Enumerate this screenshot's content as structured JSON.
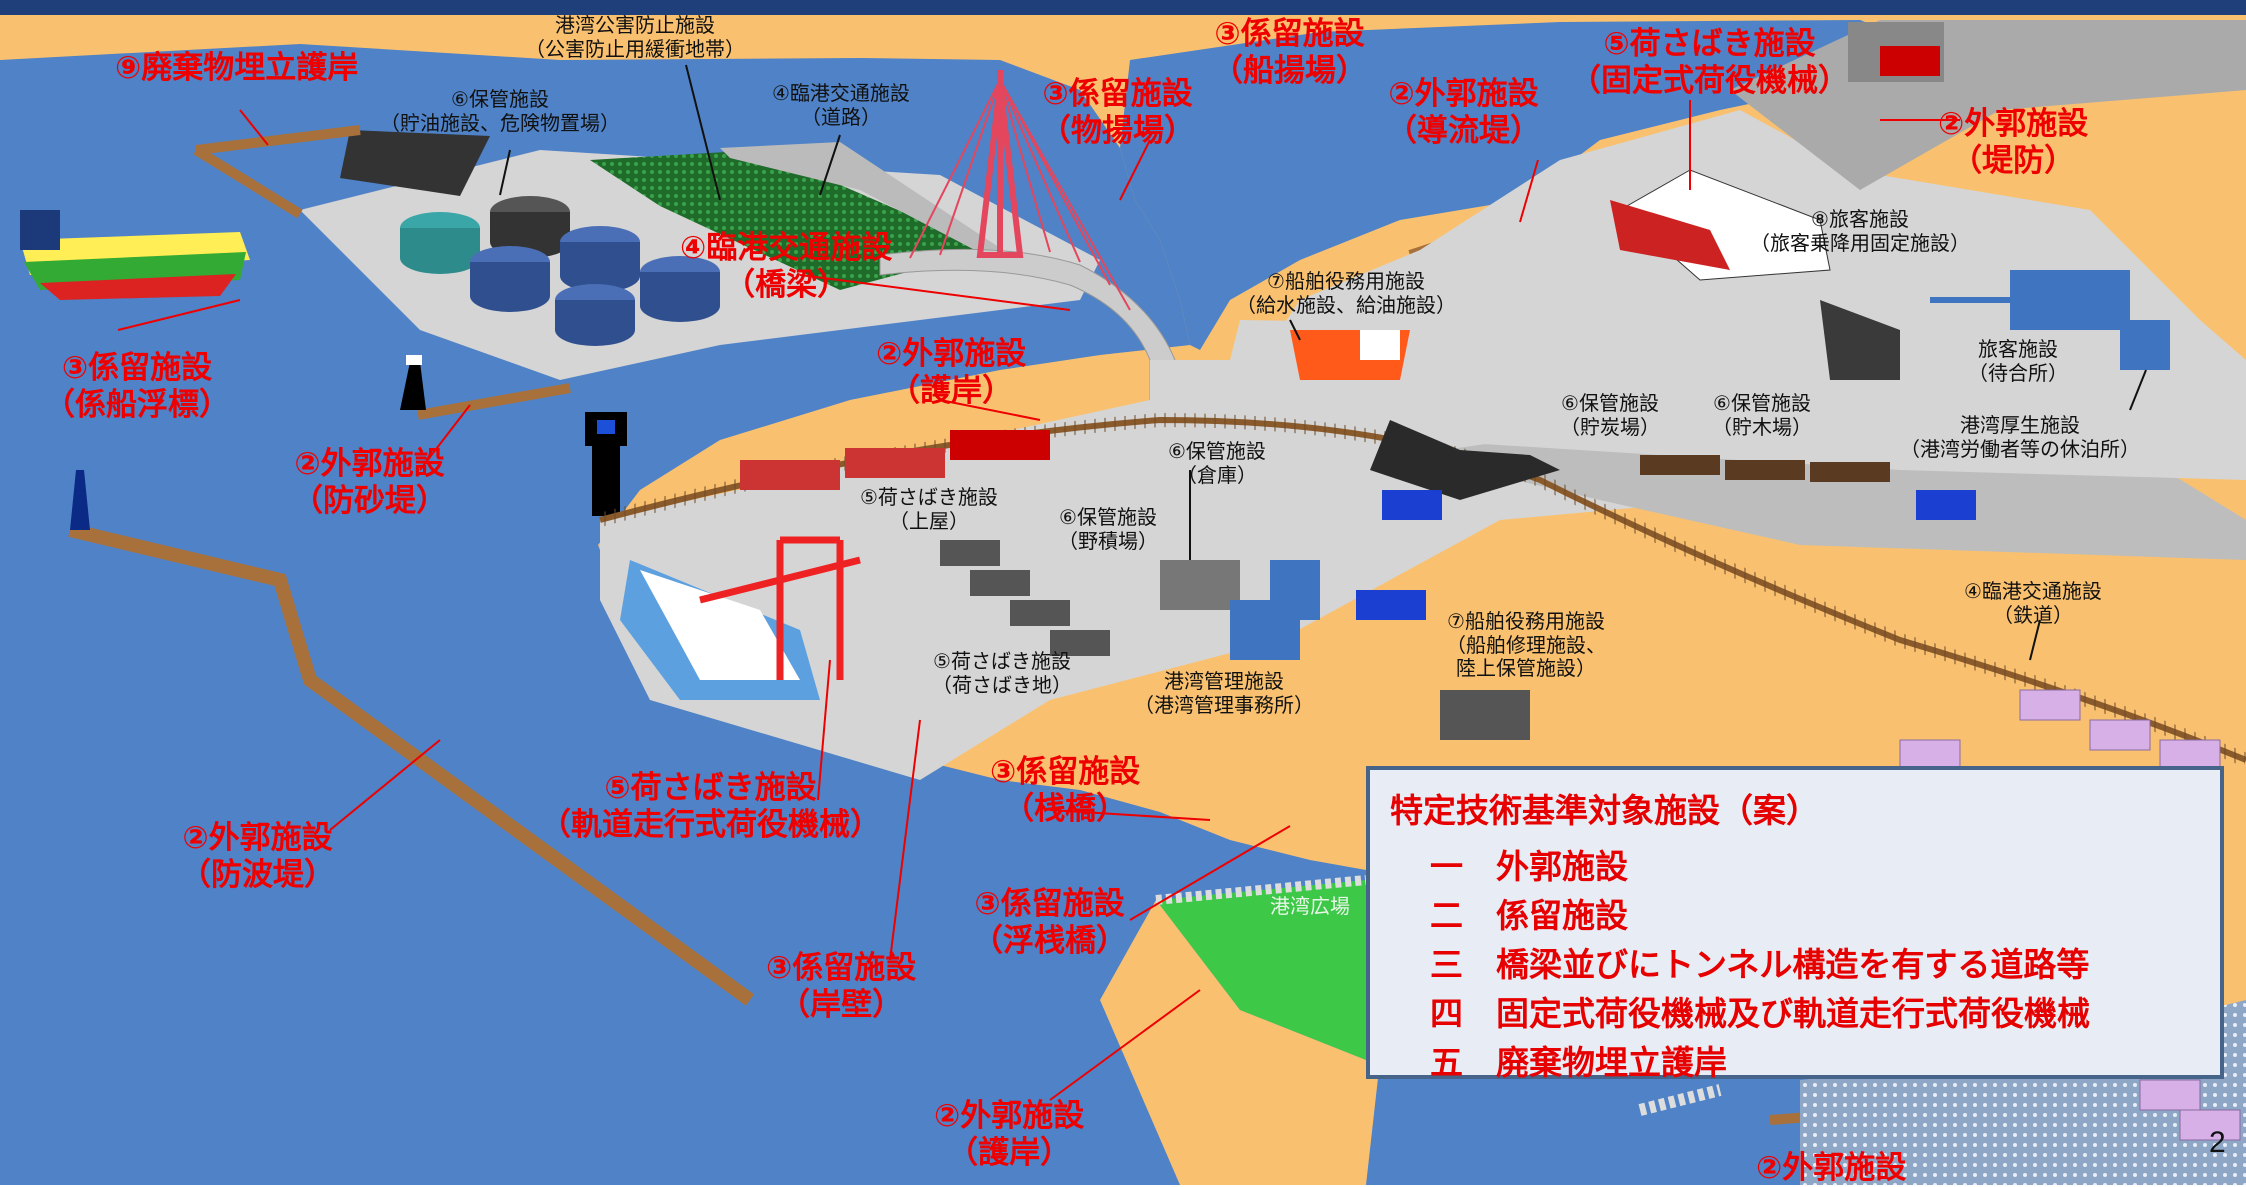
{
  "colors": {
    "sea": "#4f82c6",
    "land": "#f9c16f",
    "pavement": "#d5d5d5",
    "breakwater": "#a8703a",
    "label_red": "#ee0000",
    "legend_border": "#46638a"
  },
  "labels": {
    "waste_revetment": "⑨廃棄物埋立護岸",
    "pollution_buffer": [
      "港湾公害防止施設",
      "（公害防止用緩衝地帯）"
    ],
    "storage_oil": [
      "⑥保管施設",
      "（貯油施設、危険物置場）"
    ],
    "road": [
      "④臨港交通施設",
      "（道路）"
    ],
    "mooring_lift": [
      "③係留施設",
      "（船揚場）"
    ],
    "mooring_unload": [
      "③係留施設",
      "（物揚場）"
    ],
    "outer_guide": [
      "②外郭施設",
      "（導流堤）"
    ],
    "cargo_fixed": [
      "⑤荷さばき施設",
      "（固定式荷役機械）"
    ],
    "outer_levee": [
      "②外郭施設",
      "（堤防）"
    ],
    "bridge": [
      "④臨港交通施設",
      "（橋梁）"
    ],
    "passenger_fixed": [
      "⑧旅客施設",
      "（旅客乗降用固定施設）"
    ],
    "water_supply": [
      "⑦船舶役務用施設",
      "（給水施設、給油施設）"
    ],
    "passenger_wait": [
      "旅客施設",
      "（待合所）"
    ],
    "buoy": [
      "③係留施設",
      "（係船浮標）"
    ],
    "revetment_top": [
      "②外郭施設",
      "（護岸）"
    ],
    "coal_yard": [
      "⑥保管施設",
      "（貯炭場）"
    ],
    "timber_yard": [
      "⑥保管施設",
      "（貯木場）"
    ],
    "welfare": [
      "港湾厚生施設",
      "（港湾労働者等の休泊所）"
    ],
    "sand_barrier": [
      "②外郭施設",
      "（防砂堤）"
    ],
    "warehouse": [
      "⑥保管施設",
      "（倉庫）"
    ],
    "shed": [
      "⑤荷さばき施設",
      "（上屋）"
    ],
    "open_storage": [
      "⑥保管施設",
      "（野積場）"
    ],
    "railway": [
      "④臨港交通施設",
      "（鉄道）"
    ],
    "ship_repair": [
      "⑦船舶役務用施設",
      "（船舶修理施設、",
      "陸上保管施設）"
    ],
    "cargo_area": [
      "⑤荷さばき施設",
      "（荷さばき地）"
    ],
    "port_office": [
      "港湾管理施設",
      "（港湾管理事務所）"
    ],
    "cargo_rail": [
      "⑤荷さばき施設",
      "（軌道走行式荷役機械）"
    ],
    "pier": [
      "③係留施設",
      "（桟橋）"
    ],
    "breakwater": [
      "②外郭施設",
      "（防波堤）"
    ],
    "floating_pier": [
      "③係留施設",
      "（浮桟橋）"
    ],
    "quay": [
      "③係留施設",
      "（岸壁）"
    ],
    "revetment_bottom": [
      "②外郭施設",
      "（護岸）"
    ],
    "cut_bottom": "②外郭施設",
    "plaza": "港湾広場"
  },
  "legend": {
    "title": "特定技術基準対象施設（案）",
    "items": [
      {
        "num": "一",
        "text": "外郭施設"
      },
      {
        "num": "二",
        "text": "係留施設"
      },
      {
        "num": "三",
        "text": "橋梁並びにトンネル構造を有する道路等"
      },
      {
        "num": "四",
        "text": "固定式荷役機械及び軌道走行式荷役機械"
      },
      {
        "num": "五",
        "text": "廃棄物埋立護岸"
      }
    ]
  },
  "page_number": "2"
}
